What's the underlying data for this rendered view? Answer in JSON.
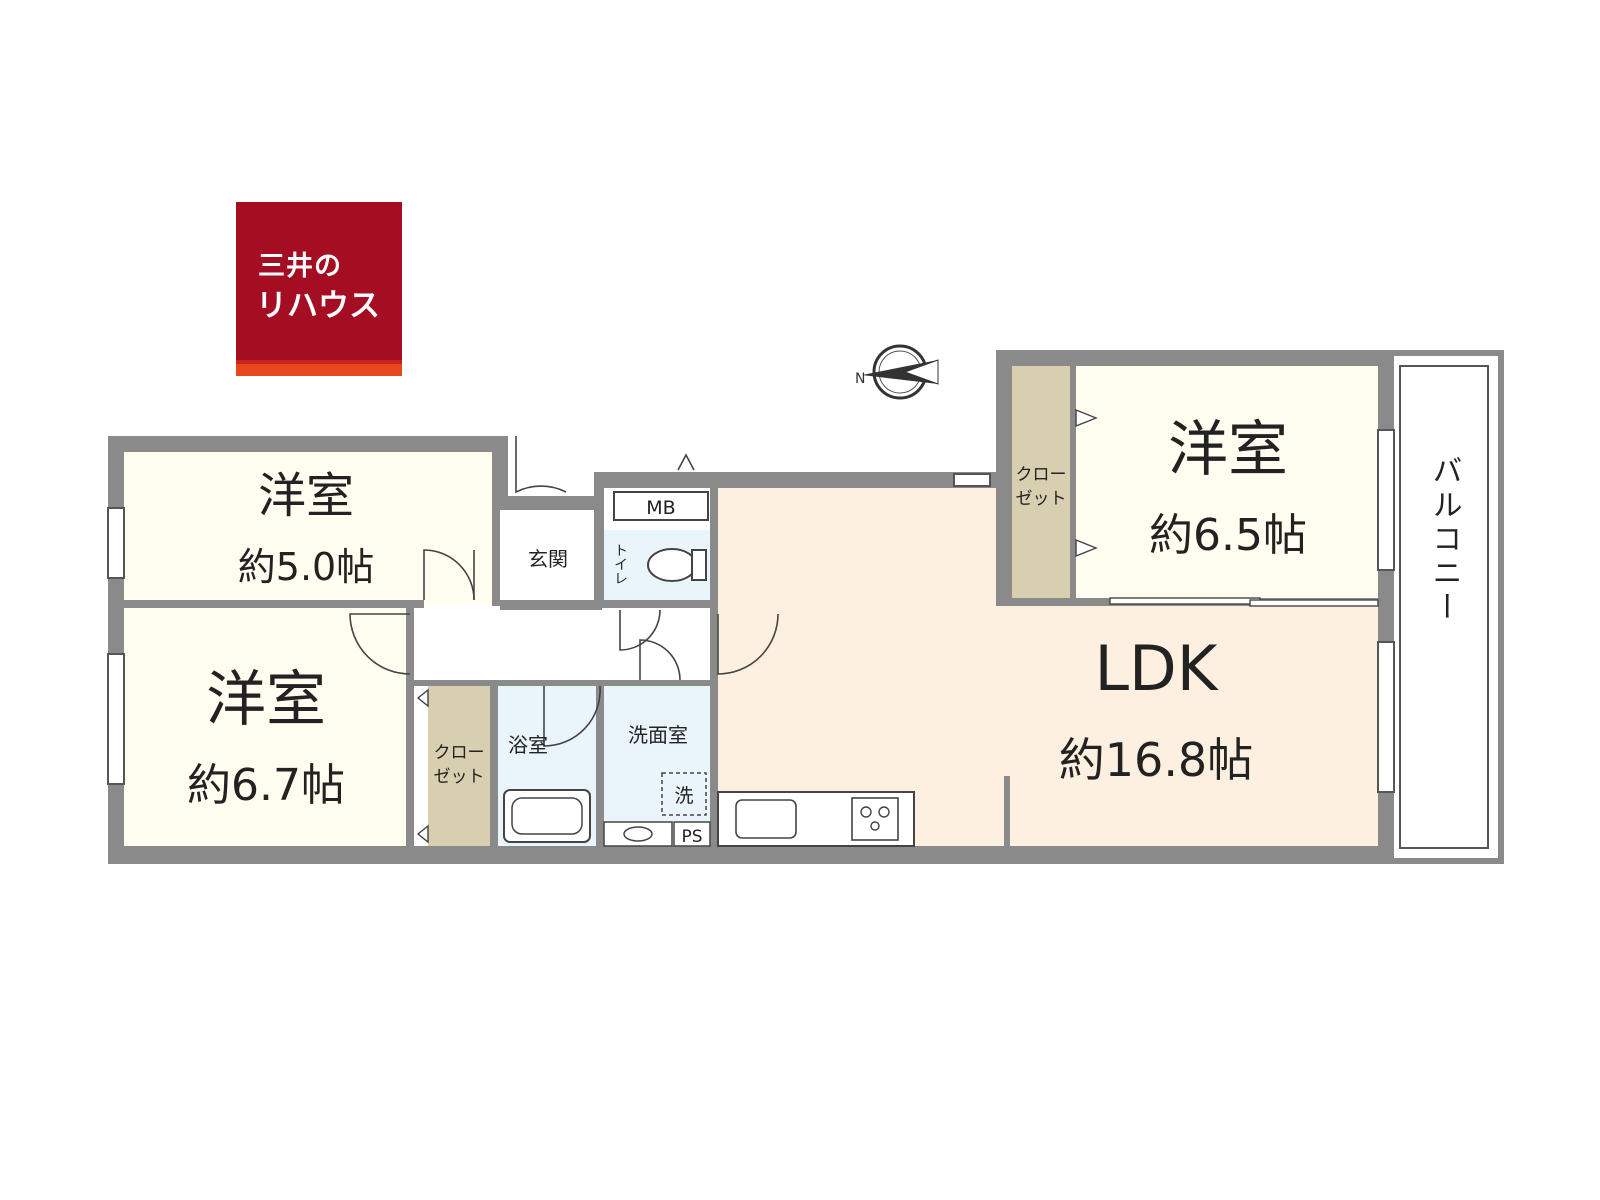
{
  "logo": {
    "line1": "三井の",
    "line2": "リハウス",
    "brand_color": "#a50d22",
    "accent_color": "#e8461d"
  },
  "compass": {
    "label": "N"
  },
  "rooms": {
    "bedroom_1": {
      "name": "洋室",
      "size": "約5.0帖"
    },
    "bedroom_2": {
      "name": "洋室",
      "size": "約6.7帖"
    },
    "bedroom_3": {
      "name": "洋室",
      "size": "約6.5帖"
    },
    "ldk": {
      "name": "LDK",
      "size": "約16.8帖"
    },
    "entrance": {
      "name": "玄関"
    },
    "toilet": {
      "name": "トイレ"
    },
    "bath": {
      "name": "浴室"
    },
    "washroom": {
      "name": "洗面室"
    },
    "washer": {
      "label": "洗"
    },
    "closet_1": {
      "line1": "クロー",
      "line2": "ゼット"
    },
    "closet_2": {
      "line1": "クロー",
      "line2": "ゼット"
    },
    "mb": {
      "label": "MB"
    },
    "ps": {
      "label": "PS"
    },
    "balcony": {
      "name": "バルコニー"
    }
  },
  "colors": {
    "wall": "#8a8a8a",
    "bedroom_fill": "#fffdf0",
    "ldk_fill": "#fdf0e0",
    "closet_fill": "#d8ceb0",
    "wet_fill": "#eaf4fb"
  }
}
